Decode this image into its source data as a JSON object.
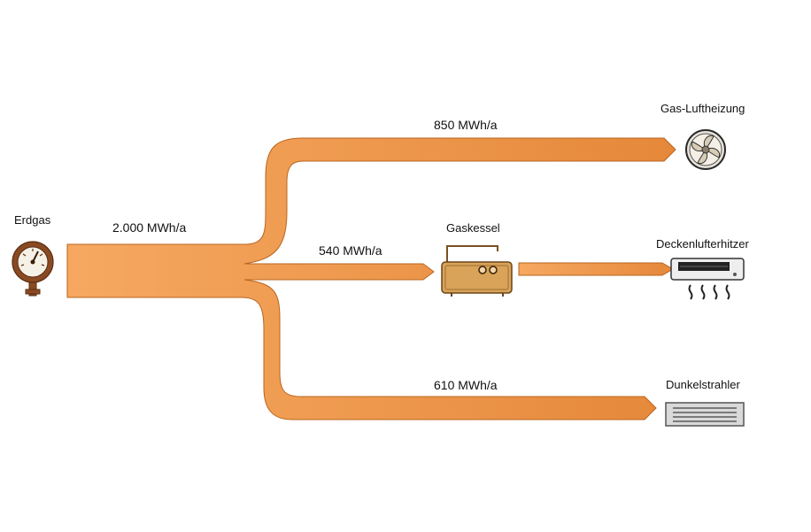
{
  "source": {
    "name": "Erdgas",
    "value": "2.000 MWh/a",
    "icon": "pressure-gauge-icon"
  },
  "converter": {
    "name": "Gaskessel",
    "icon": "gas-boiler-icon"
  },
  "flows": [
    {
      "id": "gas-luftheizung",
      "label": "850 MWh/a",
      "value_mwh": 850
    },
    {
      "id": "gaskessel",
      "label": "540 MWh/a",
      "value_mwh": 540
    },
    {
      "id": "dunkelstrahler",
      "label": "610 MWh/a",
      "value_mwh": 610
    }
  ],
  "sinks": [
    {
      "name": "Gas-Luftheizung",
      "icon": "fan-heater-icon"
    },
    {
      "name": "Deckenlufterhitzer",
      "icon": "ceiling-air-heater-icon"
    },
    {
      "name": "Dunkelstrahler",
      "icon": "radiant-heater-icon"
    }
  ],
  "colors": {
    "flow_light": "#f4a25a",
    "flow_dark": "#e58a35",
    "flow_outline": "#b9651e",
    "gauge_brown": "#8a4a22",
    "boiler_fill": "#d9a35a"
  }
}
